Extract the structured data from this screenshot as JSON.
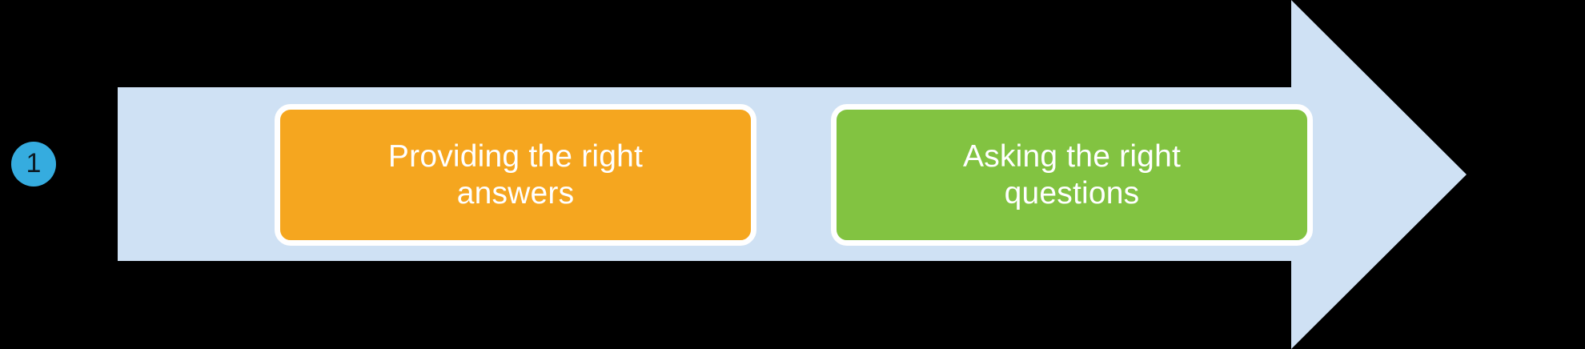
{
  "diagram": {
    "type": "process-arrow",
    "background_color": "#000000",
    "step_badge": {
      "number": "1",
      "fill_color": "#35ACDF",
      "text_color": "#0D1B24"
    },
    "arrow": {
      "fill_color": "#CFE1F4",
      "direction": "right"
    },
    "stages": [
      {
        "label": "Providing the right\nanswers",
        "fill_color": "#F5A61F",
        "border_color": "#FFFFFF",
        "text_color": "#FFFFFF"
      },
      {
        "label": "Asking the right\nquestions",
        "fill_color": "#82C341",
        "border_color": "#FFFFFF",
        "text_color": "#FFFFFF"
      }
    ]
  }
}
